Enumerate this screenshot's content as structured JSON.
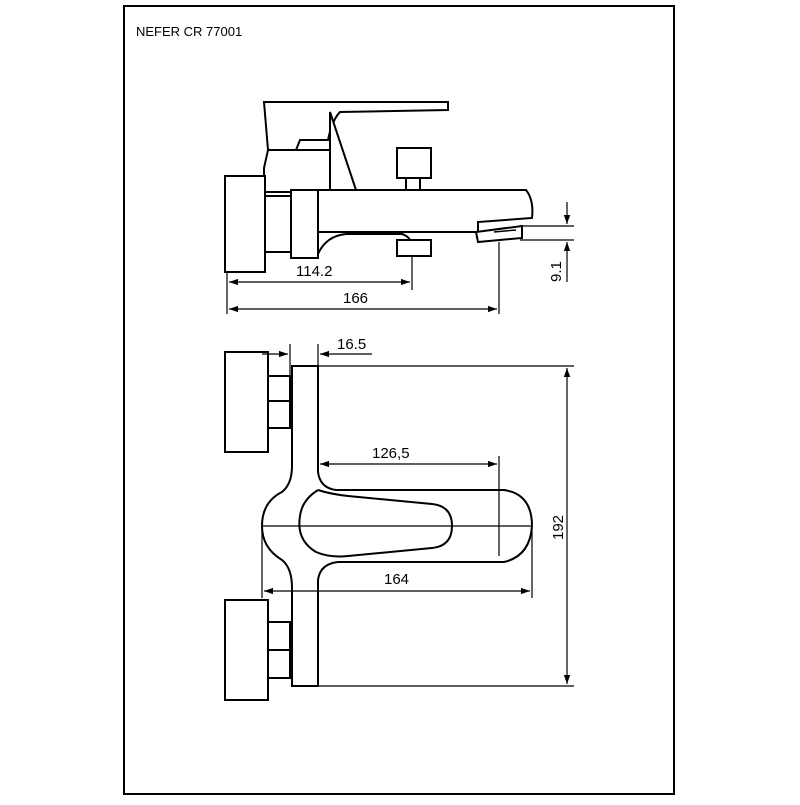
{
  "drawing": {
    "title": "NEFER CR 77001"
  },
  "dimensions": {
    "side_view": {
      "body_to_outlet": "114.2",
      "overall_depth": "166",
      "spout_height": "9.1"
    },
    "top_view": {
      "wall_gap": "16.5",
      "lever_length": "126,5",
      "spout_length": "164",
      "overall_width": "192"
    }
  },
  "colors": {
    "line": "#000000",
    "background": "#ffffff"
  }
}
